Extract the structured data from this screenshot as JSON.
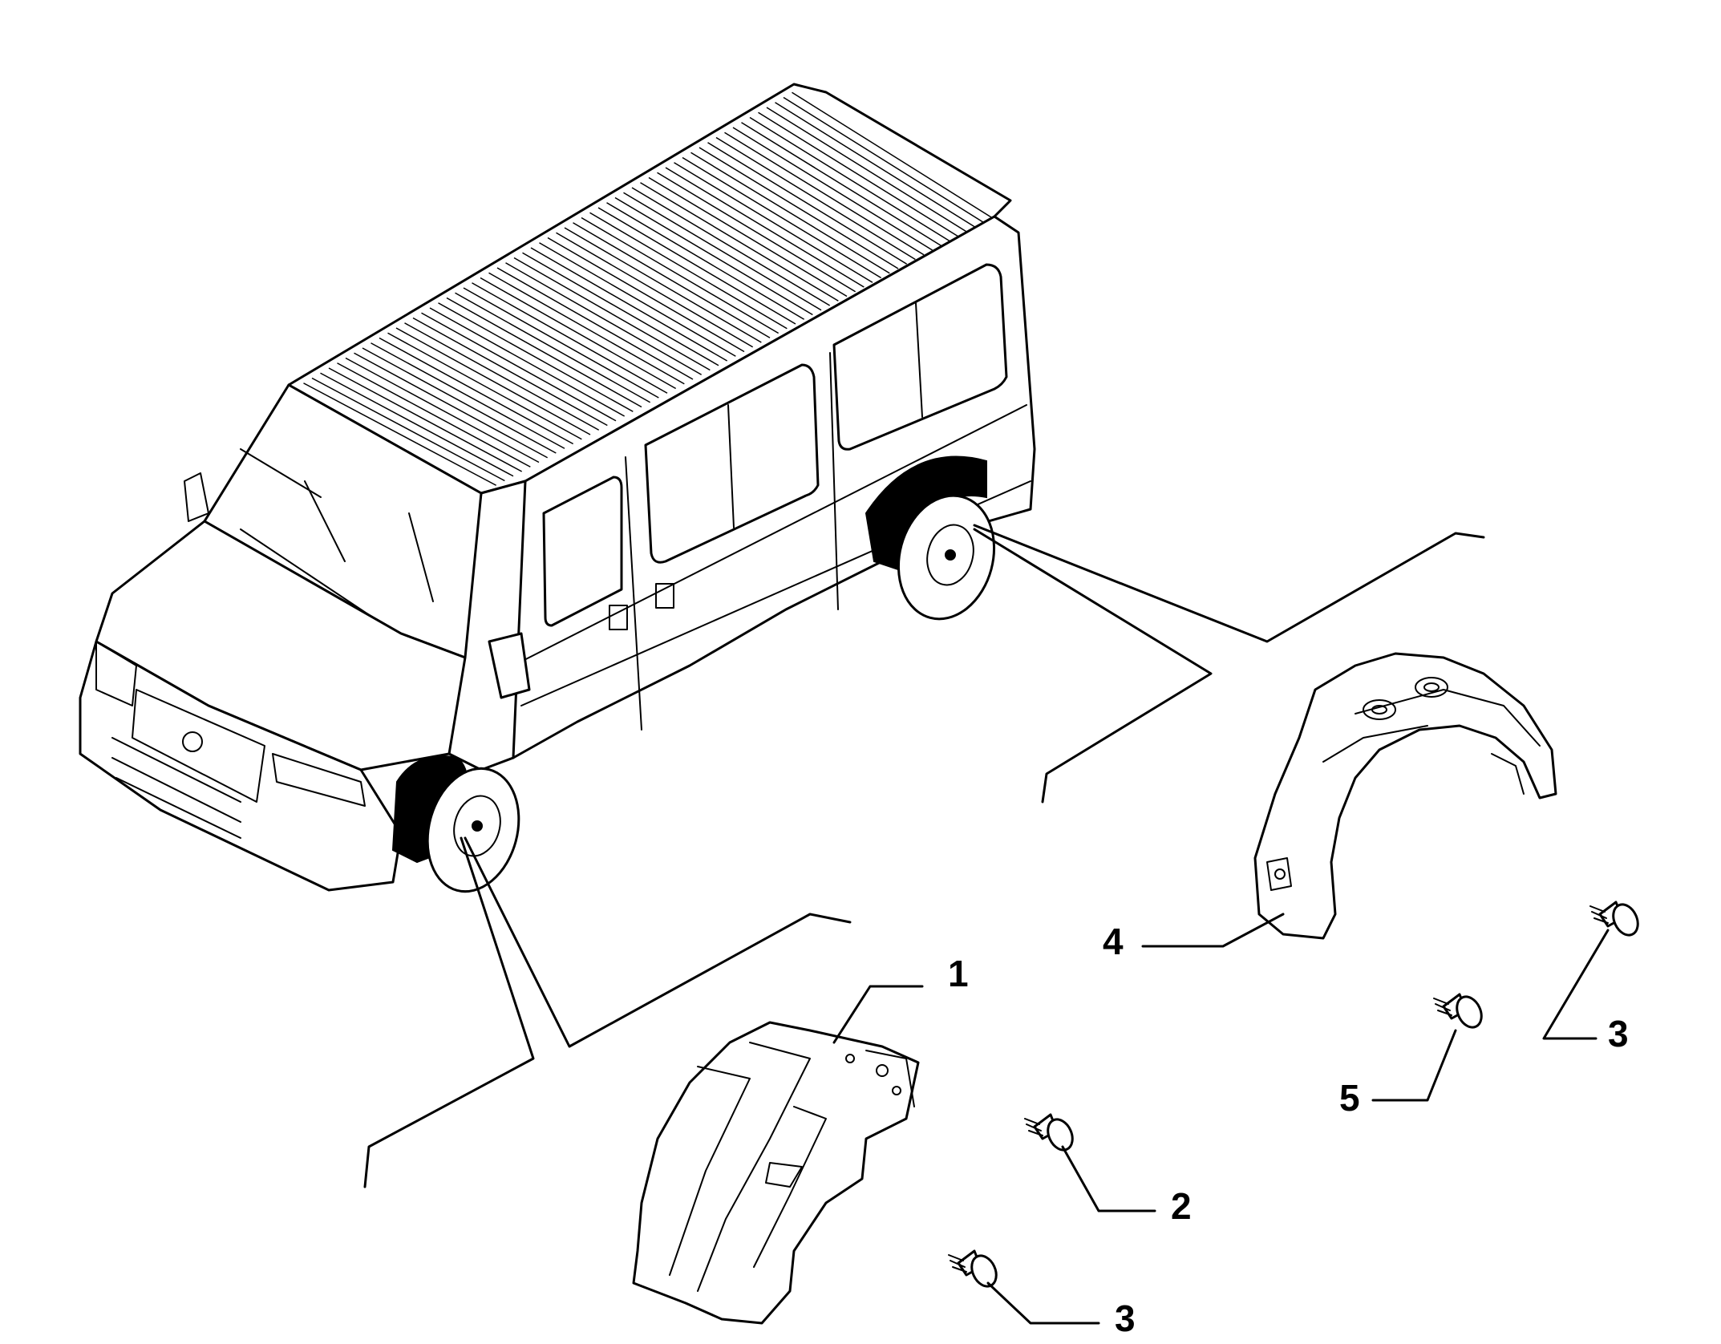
{
  "callouts": [
    {
      "id": "front-liner",
      "number": "1"
    },
    {
      "id": "front-screw",
      "number": "2"
    },
    {
      "id": "front-clip",
      "number": "3"
    },
    {
      "id": "rear-liner",
      "number": "4"
    },
    {
      "id": "rear-screw",
      "number": "5"
    },
    {
      "id": "rear-clip",
      "number": "3"
    }
  ],
  "colors": {
    "line": "#000000",
    "background": "#ffffff"
  }
}
